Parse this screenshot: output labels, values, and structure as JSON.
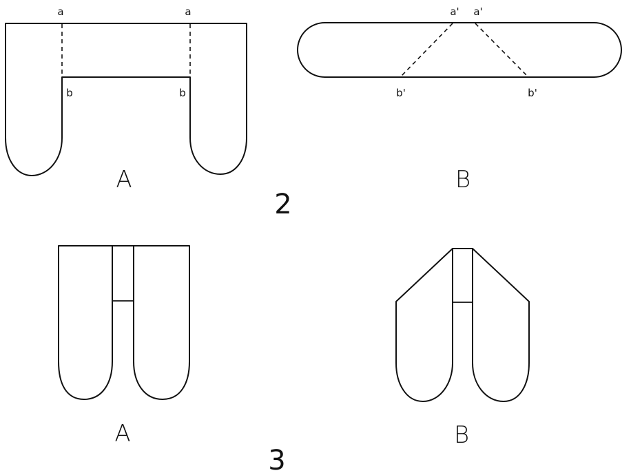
{
  "figure_2": {
    "number": "2",
    "panel_a": {
      "label": "A",
      "top_points": [
        "a",
        "a"
      ],
      "bottom_points": [
        "b",
        "b"
      ]
    },
    "panel_b": {
      "label": "B",
      "top_points": [
        "a'",
        "a'"
      ],
      "bottom_points": [
        "b'",
        "b'"
      ]
    }
  },
  "figure_3": {
    "number": "3",
    "panel_a": {
      "label": "A"
    },
    "panel_b": {
      "label": "B"
    }
  }
}
